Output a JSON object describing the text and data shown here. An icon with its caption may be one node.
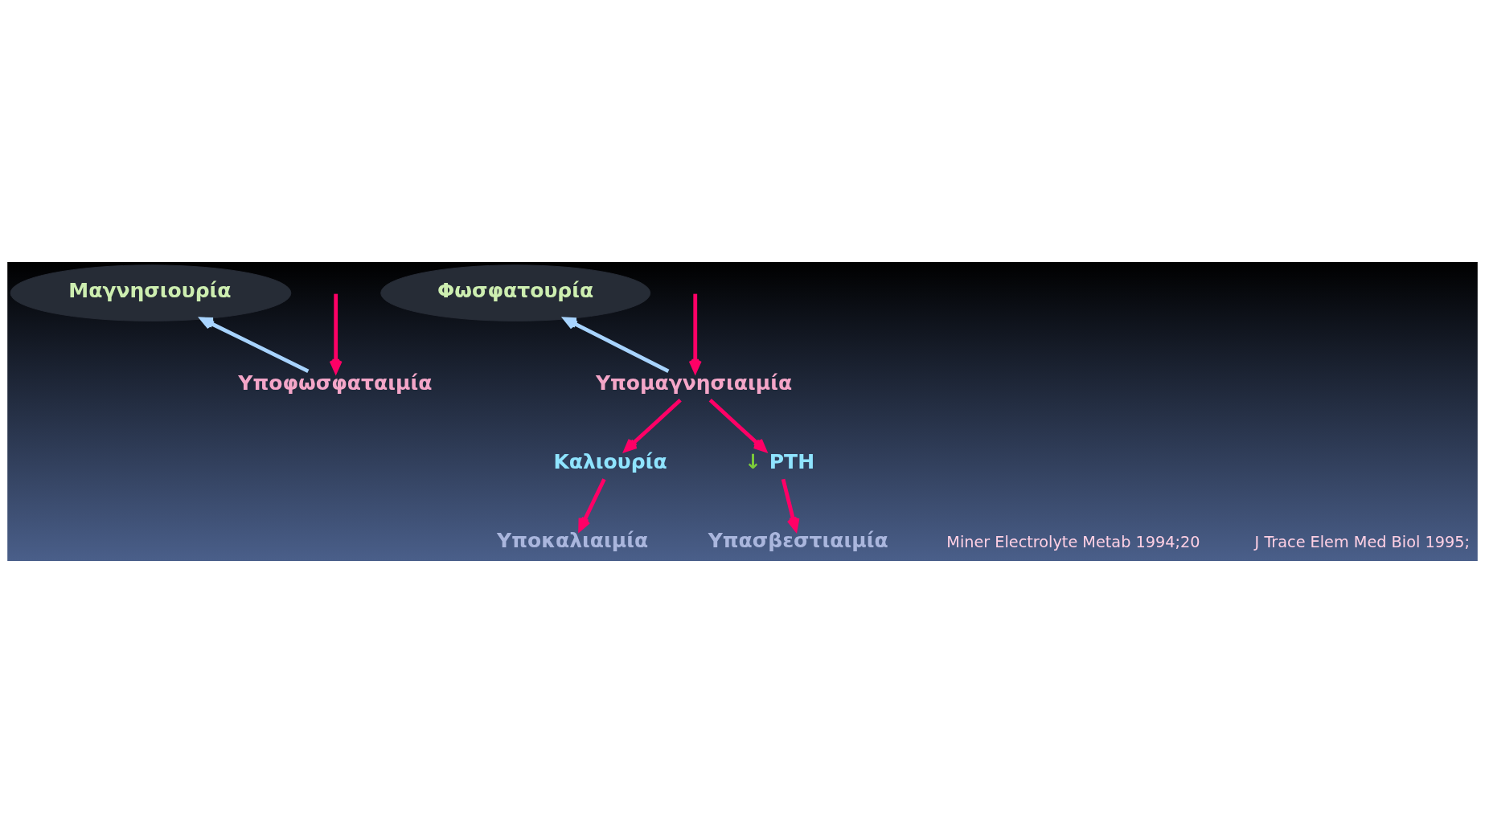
{
  "diagram": {
    "nodes": [
      {
        "text": [
          "Μαγνησιουρία"
        ]
      },
      {
        "text": [
          "Φωσφατουρία"
        ]
      },
      {
        "text": [
          "Υπομαγνησιαιμία"
        ]
      },
      {
        "text": [
          "Υποφωσφαταιμία"
        ]
      },
      {
        "text": [
          "Καλιουρία"
        ]
      },
      {
        "text": [
          "↓",
          "PTH"
        ]
      },
      {
        "text": [
          "Υποκαλιαιμία"
        ]
      },
      {
        "text": [
          "Υπασβεστιαιμία"
        ]
      }
    ],
    "edges": [
      {
        "from": null,
        "to": 2,
        "arrow": "to"
      },
      {
        "from": null,
        "to": 3,
        "arrow": "to"
      },
      {
        "from": 2,
        "to": 1,
        "arrow": "to",
        "color": "#a8d4ff"
      },
      {
        "from": 3,
        "to": 0,
        "arrow": "to",
        "color": "#a8d4ff"
      },
      {
        "from": 2,
        "to": 4,
        "arrow": "to"
      },
      {
        "from": 2,
        "to": 5,
        "arrow": "to"
      },
      {
        "from": 4,
        "to": 6,
        "arrow": "to"
      },
      {
        "from": 5,
        "to": 7,
        "arrow": "to"
      }
    ],
    "labels": [
      "Miner Electrolyte Metab 1994;20",
      "J Trace Elem Med Biol 1995;"
    ]
  }
}
